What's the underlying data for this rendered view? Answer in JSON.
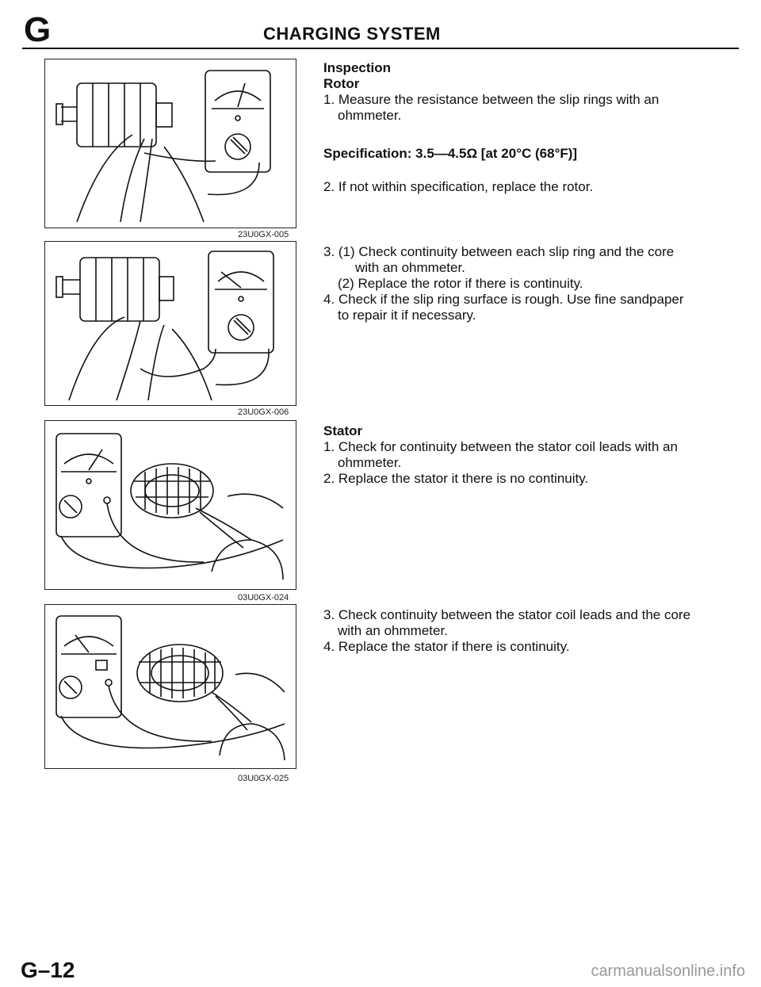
{
  "header": {
    "section_letter": "G",
    "title": "CHARGING SYSTEM"
  },
  "figures": [
    {
      "code": "23U0GX-005"
    },
    {
      "code": "23U0GX-006"
    },
    {
      "code": "03U0GX-024"
    },
    {
      "code": "03U0GX-025"
    }
  ],
  "inspection": {
    "heading": "Inspection",
    "rotor": {
      "heading": "Rotor",
      "step1_line1": "1. Measure the resistance between the slip rings with an",
      "step1_line2": "ohmmeter.",
      "specification": "Specification: 3.5—4.5Ω [at 20°C (68°F)]",
      "step2": "2. If not within specification, replace the rotor.",
      "step3a_line1": "3. (1) Check continuity between each slip ring and the core",
      "step3a_line2": "with an ohmmeter.",
      "step3b": "(2) Replace the rotor if there is continuity.",
      "step4_line1": "4. Check if the slip ring surface is rough. Use fine sandpaper",
      "step4_line2": "to repair it if necessary."
    },
    "stator": {
      "heading": "Stator",
      "step1_line1": "1. Check for continuity between the stator coil leads with an",
      "step1_line2": "ohmmeter.",
      "step2": "2. Replace the stator it there is no continuity.",
      "step3_line1": "3. Check continuity between the stator coil leads and the core",
      "step3_line2": "with an ohmmeter.",
      "step4": "4. Replace the stator if there is continuity."
    }
  },
  "footer": {
    "page_number": "G–12",
    "watermark": "carmanualsonline.info"
  }
}
